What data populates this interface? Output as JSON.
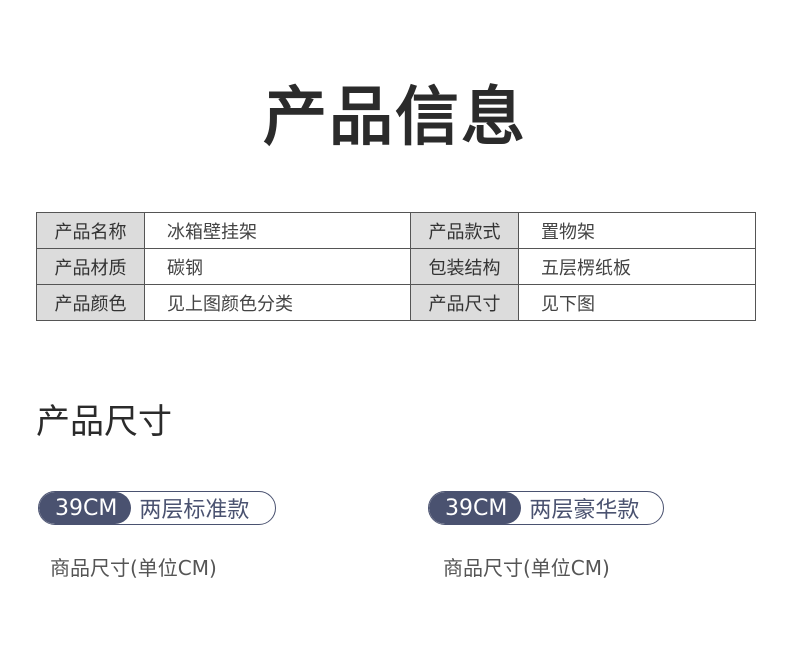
{
  "title": "产品信息",
  "info_table": {
    "rows": [
      {
        "k1": "产品名称",
        "v1": "冰箱壁挂架",
        "k2": "产品款式",
        "v2": "置物架"
      },
      {
        "k1": "产品材质",
        "v1": "碳钢",
        "k2": "包装结构",
        "v2": "五层楞纸板"
      },
      {
        "k1": "产品颜色",
        "v1": "见上图颜色分类",
        "k2": "产品尺寸",
        "v2": "见下图"
      }
    ]
  },
  "size_section": {
    "title": "产品尺寸",
    "variants": [
      {
        "size": "39CM",
        "name": "两层标准款",
        "caption": "商品尺寸(单位CM)"
      },
      {
        "size": "39CM",
        "name": "两层豪华款",
        "caption": "商品尺寸(单位CM)"
      }
    ]
  },
  "colors": {
    "accent": "#4a5270",
    "header_cell": "#dcdcdc",
    "border": "#555555"
  }
}
